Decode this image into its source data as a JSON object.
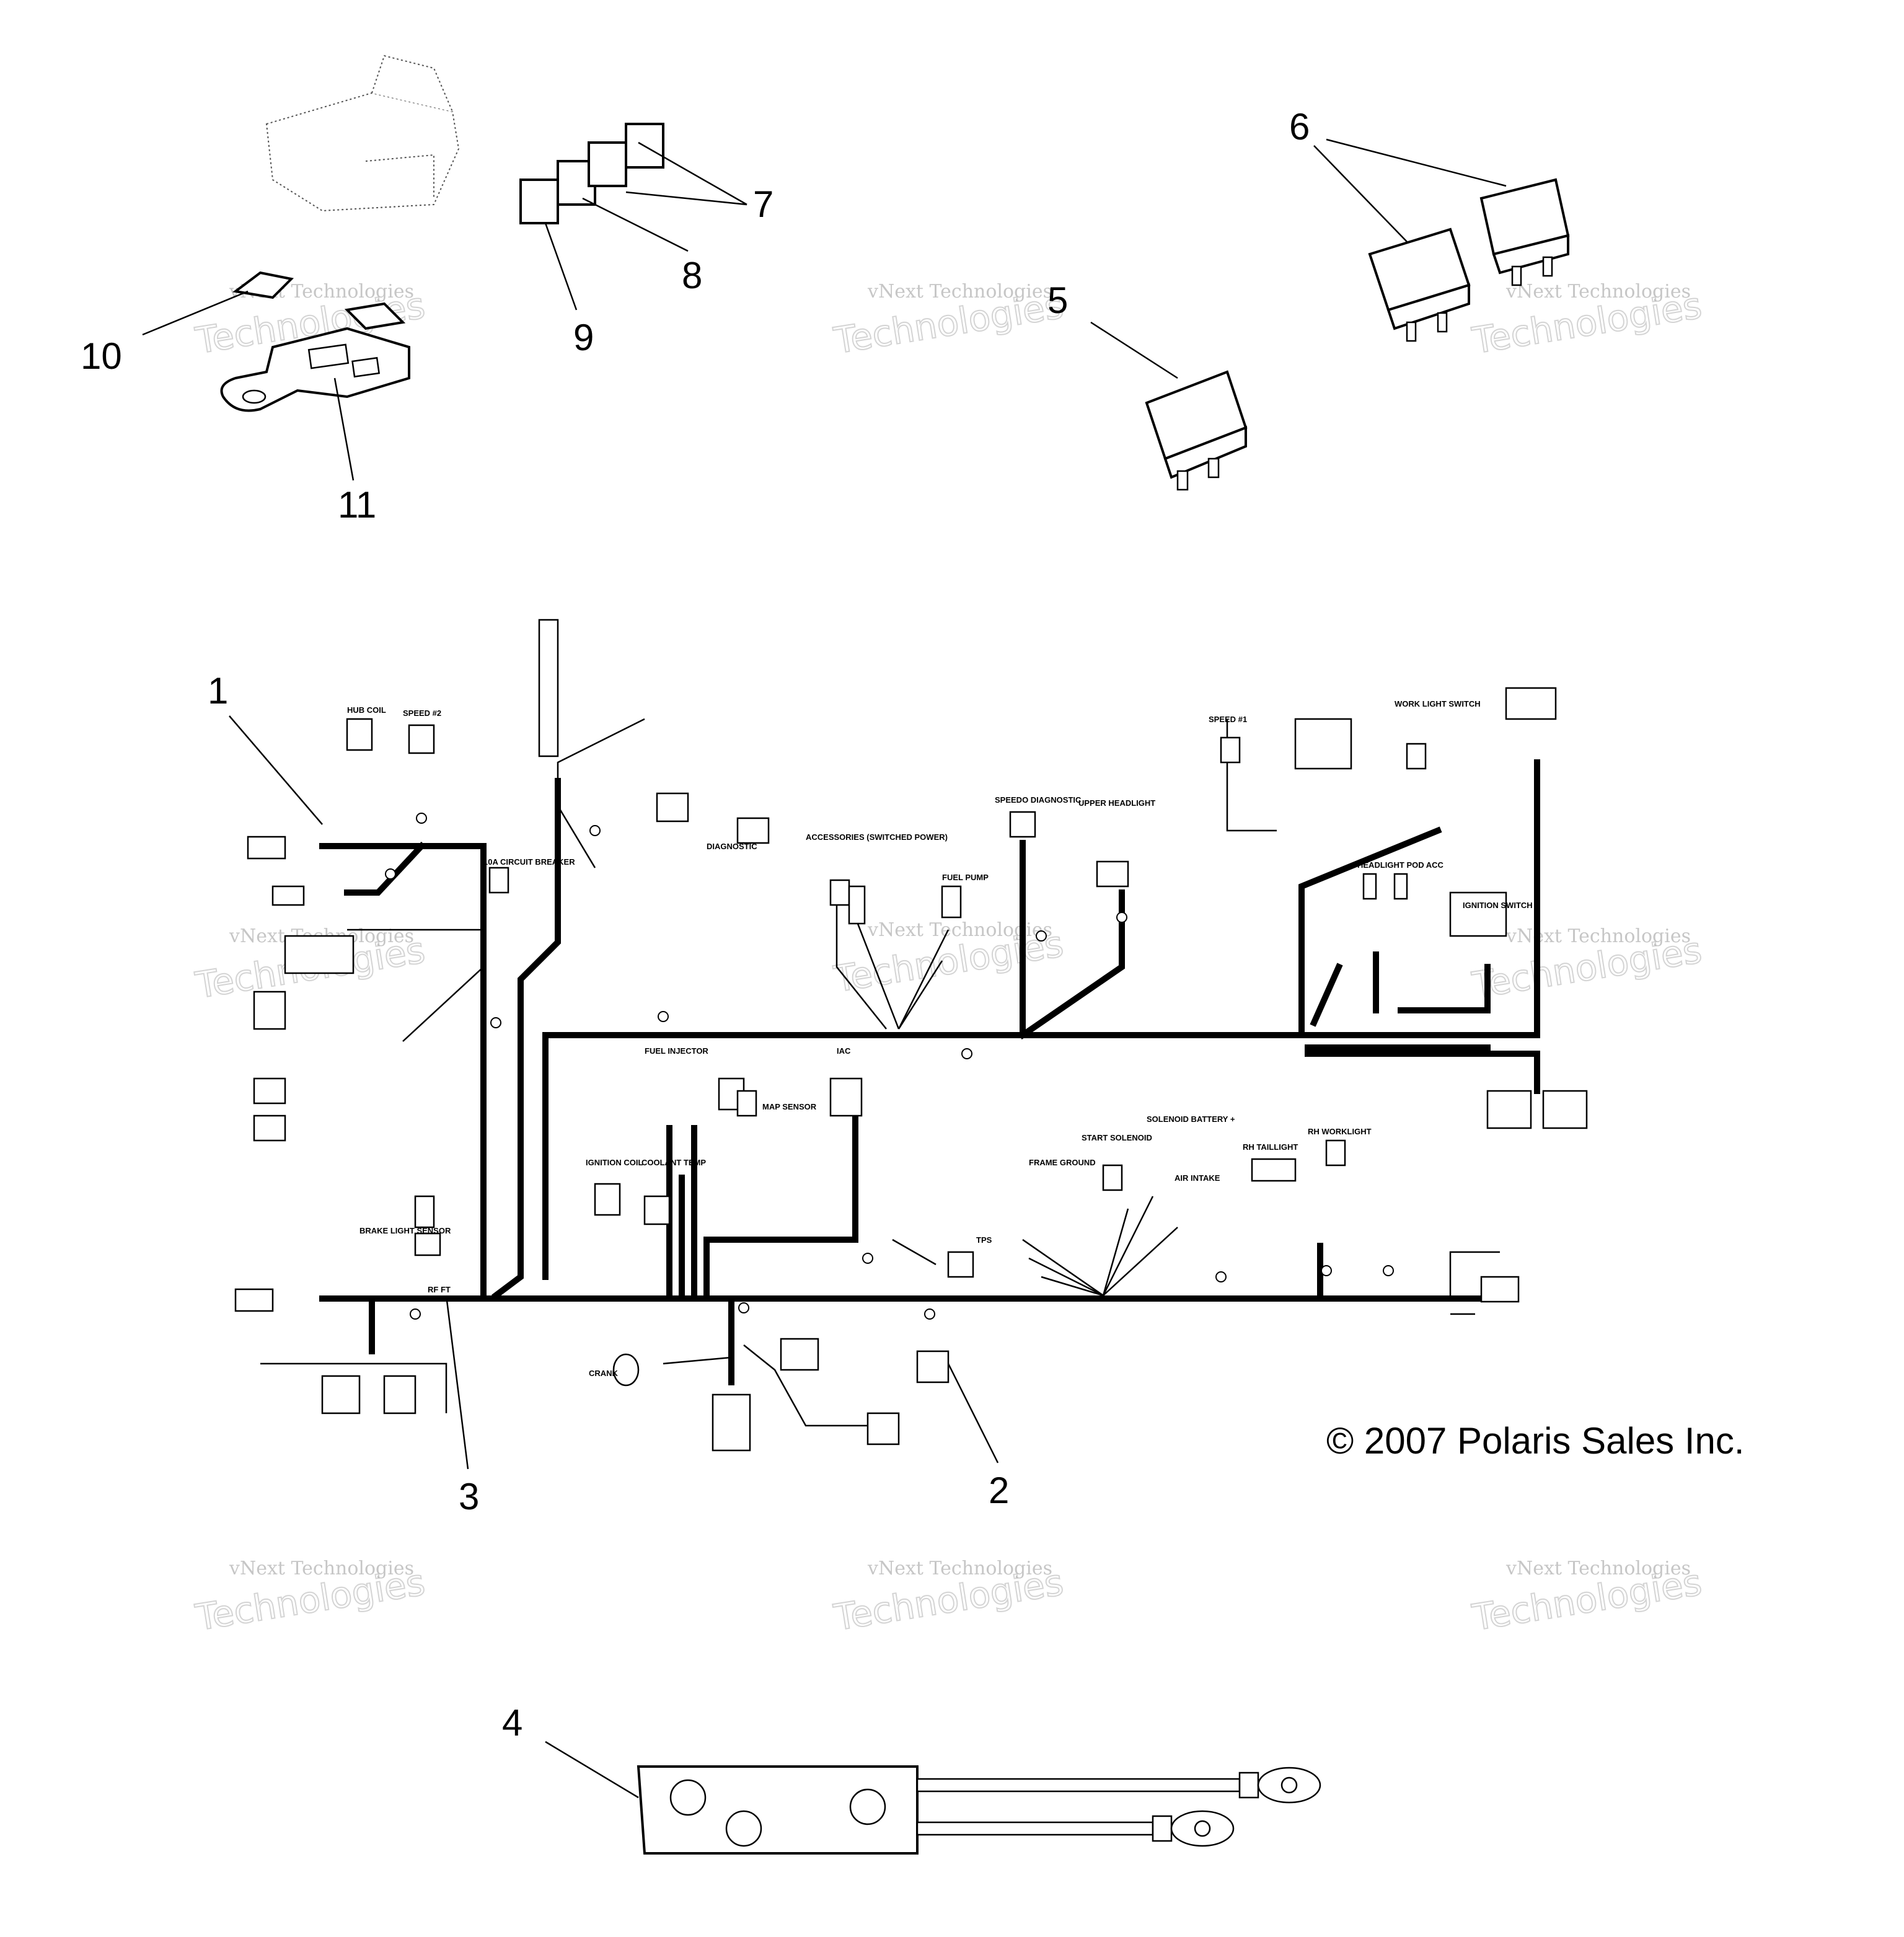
{
  "callouts": [
    {
      "id": "1",
      "text": "1"
    },
    {
      "id": "2",
      "text": "2"
    },
    {
      "id": "3",
      "text": "3"
    },
    {
      "id": "4",
      "text": "4"
    },
    {
      "id": "5",
      "text": "5"
    },
    {
      "id": "6",
      "text": "6"
    },
    {
      "id": "7",
      "text": "7"
    },
    {
      "id": "8",
      "text": "8"
    },
    {
      "id": "9",
      "text": "9"
    },
    {
      "id": "10",
      "text": "10"
    },
    {
      "id": "11",
      "text": "11"
    }
  ],
  "copyright": "© 2007 Polaris Sales Inc.",
  "watermark": {
    "line1": "vNext Technologies",
    "line2": "Technologies"
  },
  "connector_labels": {
    "hub_coil": "HUB COIL",
    "speed2": "SPEED #2",
    "circuit_breaker": "10A CIRCUIT BREAKER",
    "diagnostic": "DIAGNOSTIC",
    "accessories": "ACCESSORIES (SWITCHED POWER)",
    "fuel_pump": "FUEL PUMP",
    "speedo_diagnostic": "SPEEDO DIAGNOSTIC",
    "upper_headlight": "UPPER HEADLIGHT",
    "speed1": "SPEED #1",
    "work_light_switch": "WORK LIGHT SWITCH",
    "headlight_pod_acc": "HEADLIGHT POD ACC",
    "ignition_switch": "IGNITION SWITCH",
    "fuel_injector": "FUEL INJECTOR",
    "iac": "IAC",
    "map_sensor": "MAP SENSOR",
    "ignition_coil": "IGNITION COIL",
    "coolant_temp": "COOLANT TEMP",
    "brake_light_sensor": "BRAKE LIGHT SENSOR",
    "tps": "TPS",
    "frame_ground": "FRAME GROUND",
    "start_solenoid": "START SOLENOID",
    "solenoid_battery": "SOLENOID BATTERY +",
    "air_intake": "AIR INTAKE",
    "rh_taillight": "RH TAILLIGHT",
    "rh_worklight": "RH WORKLIGHT",
    "crank": "CRANK",
    "rf_ft": "RF FT"
  }
}
